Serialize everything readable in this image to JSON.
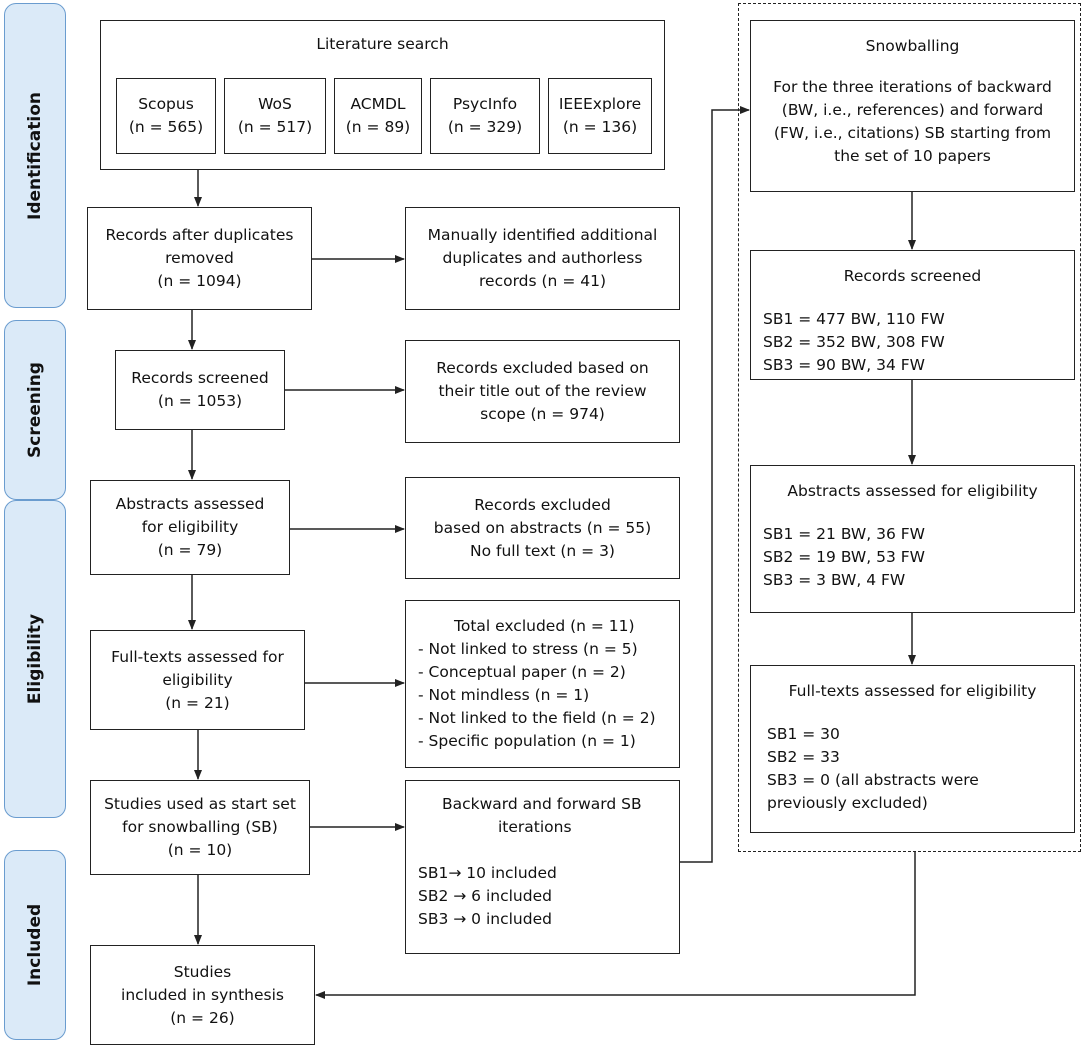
{
  "phases": [
    {
      "label": "Identification"
    },
    {
      "label": "Screening"
    },
    {
      "label": "Eligibility"
    },
    {
      "label": "Included"
    }
  ],
  "literature_search": {
    "title": "Literature search",
    "sources": [
      {
        "name": "Scopus",
        "count": "(n = 565)"
      },
      {
        "name": "WoS",
        "count": "(n = 517)"
      },
      {
        "name": "ACMDL",
        "count": "(n = 89)"
      },
      {
        "name": "PsycInfo",
        "count": "(n = 329)"
      },
      {
        "name": "IEEExplore",
        "count": "(n = 136)"
      }
    ]
  },
  "main": {
    "dedup": {
      "l1": "Records after duplicates",
      "l2": "removed",
      "l3": "(n = 1094)"
    },
    "screened": {
      "l1": "Records screened",
      "l2": "(n = 1053)"
    },
    "abstracts": {
      "l1": "Abstracts assessed",
      "l2": "for eligibility",
      "l3": "(n = 79)"
    },
    "fulltexts": {
      "l1": "Full-texts assessed for",
      "l2": "eligibility",
      "l3": "(n = 21)"
    },
    "startset": {
      "l1": "Studies used as start set",
      "l2": "for snowballing (SB)",
      "l3": "(n = 10)"
    },
    "included": {
      "l1": "Studies",
      "l2": "included in synthesis",
      "l3": "(n = 26)"
    }
  },
  "exclusions": {
    "manual": {
      "l1": "Manually identified additional",
      "l2": "duplicates and authorless",
      "l3": "records (n = 41)"
    },
    "title": {
      "l1": "Records excluded based on",
      "l2": "their title out of the review",
      "l3": "scope (n = 974)"
    },
    "abstracts": {
      "l1": "Records excluded",
      "l2": "based on abstracts (n = 55)",
      "l3": "No full text (n = 3)"
    },
    "fulltext": {
      "title": "Total excluded (n = 11)",
      "items": [
        "- Not linked to stress (n = 5)",
        "- Conceptual paper (n = 2)",
        "- Not mindless (n = 1)",
        "- Not linked to the field (n = 2)",
        "- Specific population (n = 1)"
      ]
    },
    "sb": {
      "l1": "Backward and forward SB",
      "l2": "iterations",
      "items": [
        "SB1→ 10 included",
        "SB2 → 6 included",
        "SB3 → 0 included"
      ]
    }
  },
  "snowballing": {
    "intro": {
      "title": "Snowballing",
      "l1": "For the three iterations of backward",
      "l2": "(BW, i.e., references) and forward",
      "l3": "(FW, i.e., citations) SB starting from",
      "l4": "the set of 10 papers"
    },
    "screened": {
      "title": "Records screened",
      "items": [
        "SB1 = 477 BW, 110 FW",
        "SB2 = 352 BW, 308 FW",
        "SB3 = 90 BW, 34 FW"
      ]
    },
    "abstracts": {
      "title": "Abstracts assessed for eligibility",
      "items": [
        "SB1 = 21 BW, 36 FW",
        "SB2 = 19 BW, 53 FW",
        "SB3 = 3 BW, 4 FW"
      ]
    },
    "fulltexts": {
      "title": "Full-texts assessed for eligibility",
      "items": [
        "SB1 = 30",
        "SB2 = 33",
        "SB3 = 0 (all abstracts were",
        "previously excluded)"
      ]
    }
  }
}
